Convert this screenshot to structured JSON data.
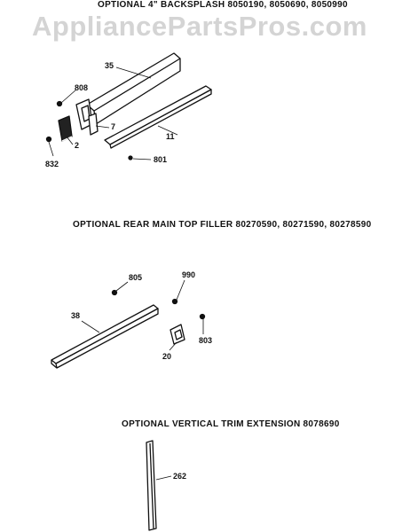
{
  "watermark": "AppliancePartsPros.com",
  "sections": [
    {
      "title": "OPTIONAL 4\" BACKSPLASH  8050190, 8050690, 8050990",
      "callouts": [
        "35",
        "808",
        "7",
        "2",
        "832",
        "11",
        "801"
      ]
    },
    {
      "title": "OPTIONAL REAR MAIN TOP FILLER 80270590, 80271590, 80278590",
      "callouts": [
        "805",
        "990",
        "38",
        "803",
        "20"
      ]
    },
    {
      "title": "OPTIONAL VERTICAL TRIM EXTENSION 8078690",
      "callouts": [
        "262"
      ]
    }
  ]
}
